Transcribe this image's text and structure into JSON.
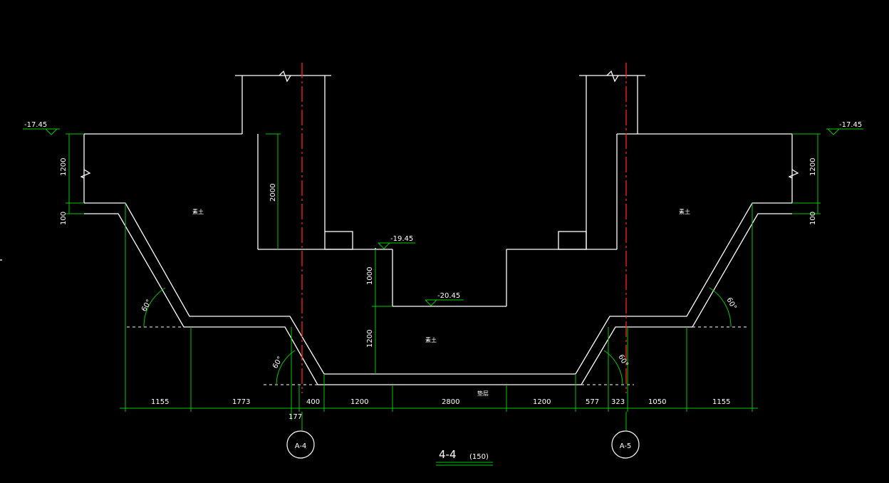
{
  "elevations": {
    "left_top": "-17.45",
    "right_top": "-17.45",
    "mid": "-19.45",
    "pit": "-20.45"
  },
  "vertical_dims": {
    "left_1200": "1200",
    "left_100": "100",
    "right_1200": "1200",
    "right_100": "100",
    "wall_2000": "2000",
    "step_1000": "1000",
    "pit_1200": "1200"
  },
  "bottom_dims": [
    "1155",
    "1773",
    "400",
    "1200",
    "2800",
    "1200",
    "577",
    "323",
    "1050",
    "1155"
  ],
  "bottom_dim_177": "177",
  "angles": {
    "a1": "60°",
    "a2": "60°",
    "a3": "60°",
    "a4": "60°"
  },
  "labels": {
    "fill_left": "素土",
    "fill_center": "素土",
    "fill_right": "素土",
    "cushion": "垫层"
  },
  "axes": {
    "left": "A-4",
    "right": "A-5"
  },
  "title": {
    "main": "4-4",
    "scale": "(150)"
  },
  "colors": {
    "background": "#000000",
    "structure": "#ffffff",
    "dimension": "#00c800",
    "axis": "#ff2020"
  }
}
